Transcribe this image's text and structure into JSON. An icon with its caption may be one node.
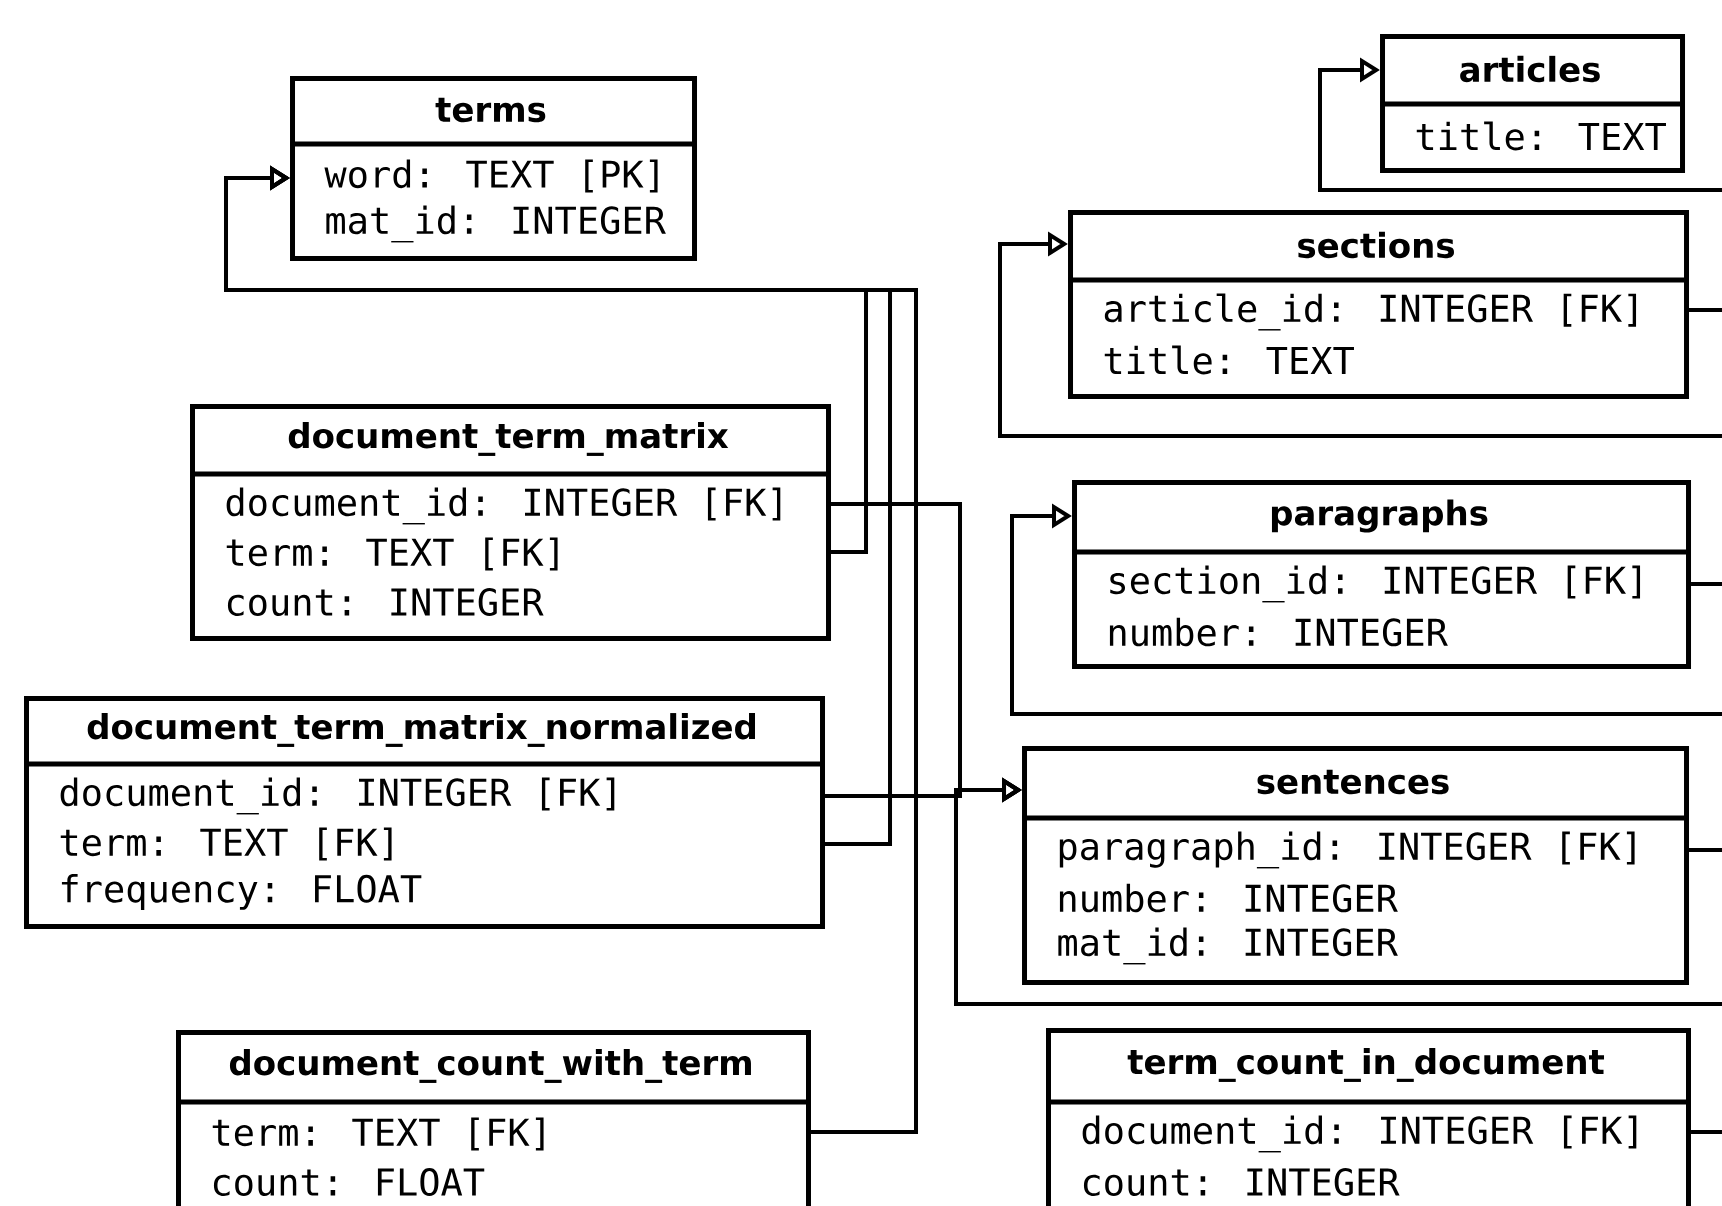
{
  "diagram": {
    "nodes": [
      {
        "text": [
          "terms",
          "word: TEXT [PK]",
          "mat_id: INTEGER"
        ]
      },
      {
        "text": [
          "articles",
          "title: TEXT"
        ]
      },
      {
        "text": [
          "sections",
          "article_id: INTEGER [FK]",
          "title: TEXT"
        ]
      },
      {
        "text": [
          "document_term_matrix",
          "document_id: INTEGER [FK]",
          "term: TEXT [FK]",
          "count: INTEGER"
        ]
      },
      {
        "text": [
          "paragraphs",
          "section_id: INTEGER [FK]",
          "number: INTEGER"
        ]
      },
      {
        "text": [
          "document_term_matrix_normalized",
          "document_id: INTEGER [FK]",
          "term: TEXT [FK]",
          "frequency: FLOAT"
        ]
      },
      {
        "text": [
          "sentences",
          "paragraph_id: INTEGER [FK]",
          "number: INTEGER",
          "mat_id: INTEGER"
        ]
      },
      {
        "text": [
          "document_count_with_term",
          "term: TEXT [FK]",
          "count: FLOAT"
        ]
      },
      {
        "text": [
          "term_count_in_document",
          "document_id: INTEGER [FK]",
          "count: INTEGER"
        ]
      }
    ],
    "edges": [
      {
        "from": 3,
        "to": 0,
        "arrow": "to"
      },
      {
        "from": 5,
        "to": 0,
        "arrow": "to"
      },
      {
        "from": 7,
        "to": 0,
        "arrow": "to"
      },
      {
        "from": 3,
        "to": 6,
        "arrow": "to"
      },
      {
        "from": 5,
        "to": 6,
        "arrow": "to"
      },
      {
        "from": null,
        "to": 6,
        "arrow": "to"
      },
      {
        "from": null,
        "to": 1,
        "arrow": "to"
      },
      {
        "from": 2,
        "to": null,
        "arrow": "none"
      },
      {
        "from": null,
        "to": 2,
        "arrow": "to"
      },
      {
        "from": 4,
        "to": null,
        "arrow": "none"
      },
      {
        "from": null,
        "to": 4,
        "arrow": "to"
      },
      {
        "from": 6,
        "to": null,
        "arrow": "none"
      },
      {
        "from": 8,
        "to": null,
        "arrow": "none"
      }
    ]
  }
}
